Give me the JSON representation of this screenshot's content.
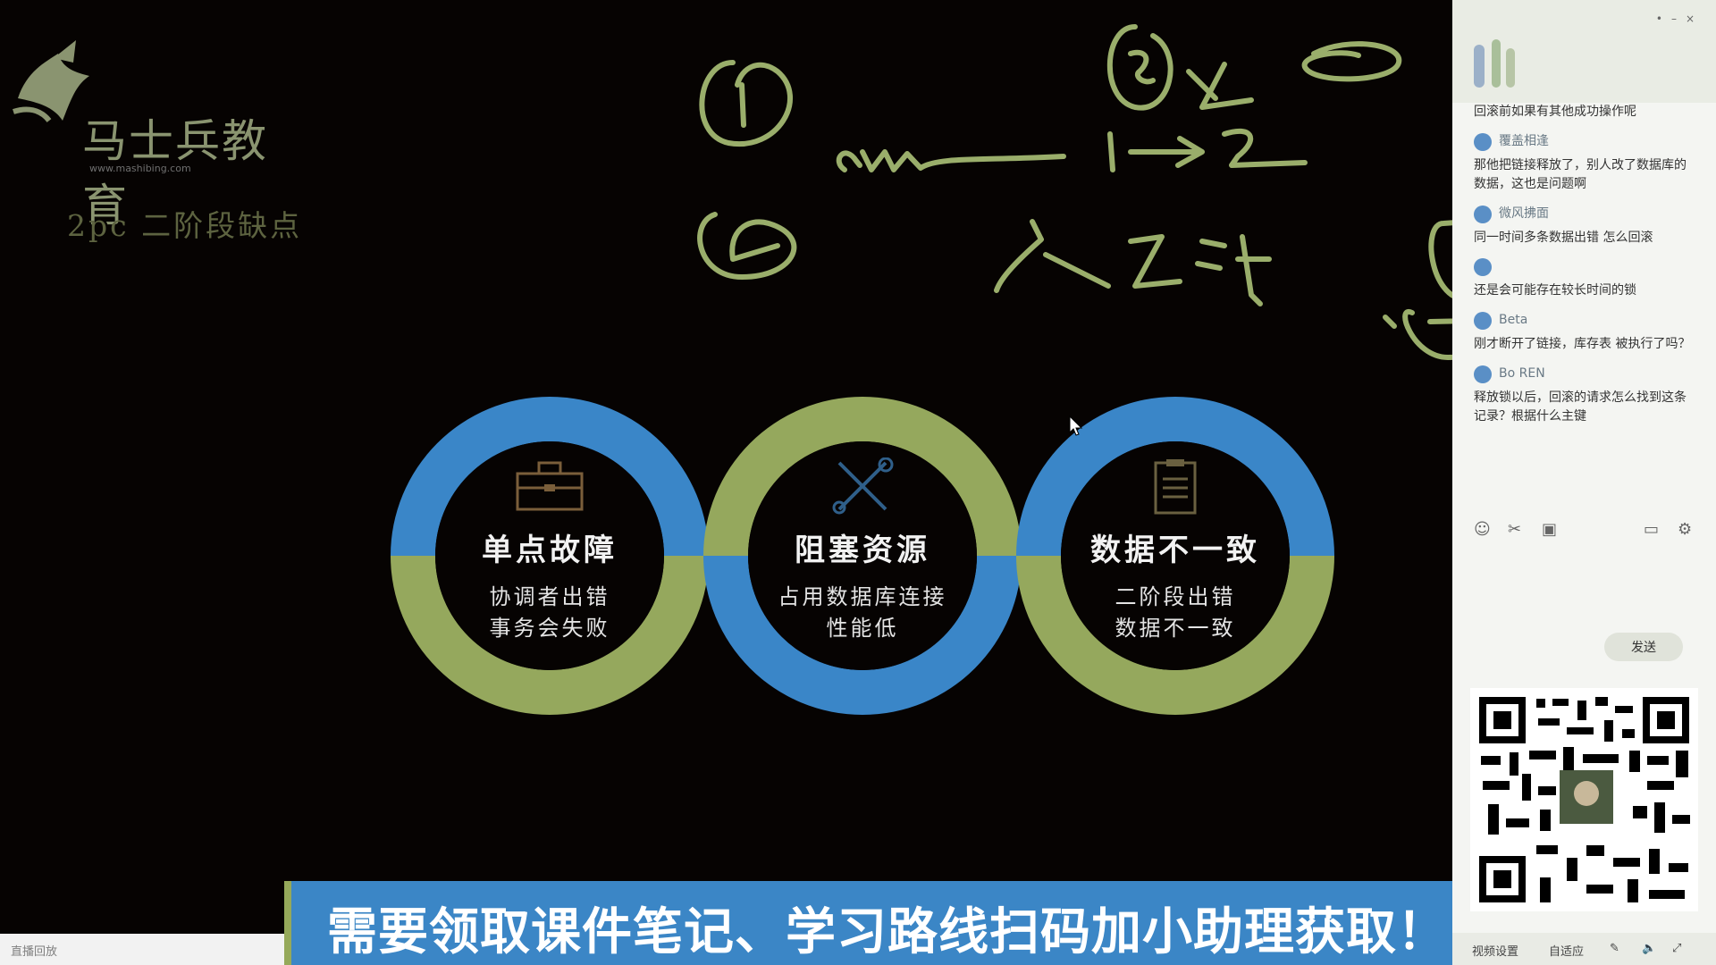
{
  "slide": {
    "logo_text": "马士兵教育",
    "logo_sub": "www.mashibing.com",
    "title": "2pc  二阶段缺点",
    "cards": [
      {
        "title": "单点故障",
        "desc1": "协调者出错",
        "desc2": "事务会失败",
        "icon": "toolbox-icon"
      },
      {
        "title": "阻塞资源",
        "desc1": "占用数据库连接",
        "desc2": "性能低",
        "icon": "wrench-screwdriver-icon"
      },
      {
        "title": "数据不一致",
        "desc1": "二阶段出错",
        "desc2": "数据不一致",
        "icon": "clipboard-icon"
      }
    ],
    "colors": {
      "blue": "#3a86c8",
      "green": "#95a85d",
      "background": "#060302"
    }
  },
  "banner": {
    "text": "需要领取课件笔记、学习路线扫码加小助理获取！"
  },
  "left_status": {
    "text": "直播回放"
  },
  "panel": {
    "messages": [
      {
        "user": "",
        "text": "回滚前如果有其他成功操作呢"
      },
      {
        "user": "覆盖相逢",
        "text": "那他把链接释放了，别人改了数据库的数据，这也是问题啊"
      },
      {
        "user": "微风拂面",
        "text": "同一时间多条数据出错 怎么回滚"
      },
      {
        "user": "",
        "text": "还是会可能存在较长时间的锁"
      },
      {
        "user": "Beta",
        "text": "刚才断开了链接，库存表 被执行了吗？"
      },
      {
        "user": "Bo REN",
        "text": "释放锁以后，回滚的请求怎么找到这条记录？根据什么主键"
      }
    ],
    "send_label": "发送",
    "bottom": {
      "video_settings": "视频设置",
      "auto": "自适应"
    }
  }
}
